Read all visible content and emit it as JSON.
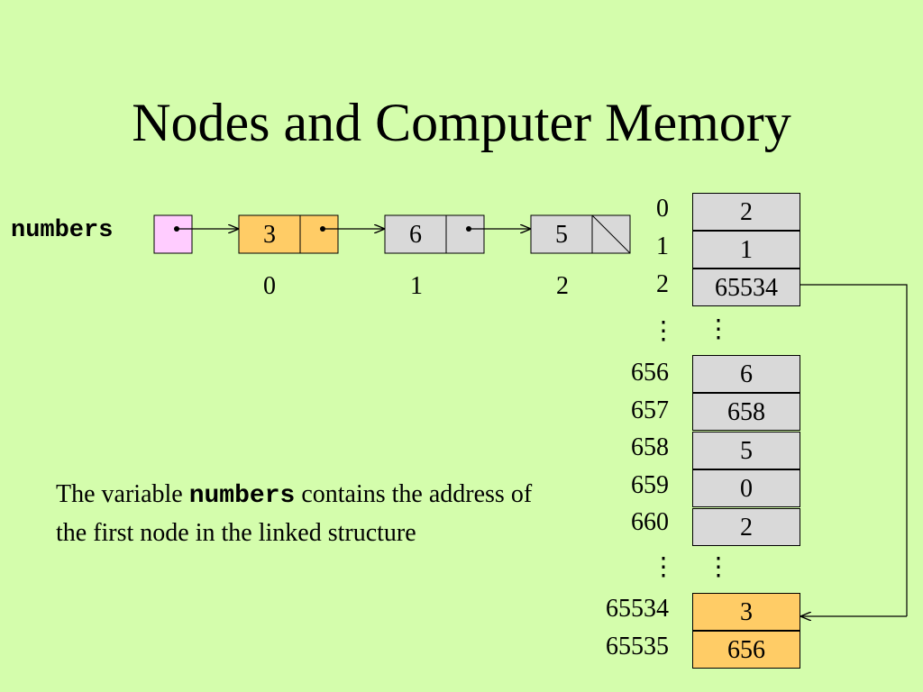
{
  "title": "Nodes and Computer Memory",
  "variable_name": "numbers",
  "colors": {
    "background": "#d4fdac",
    "pointer_box": "#ffccff",
    "highlight_node": "#ffcc66",
    "gray_cell": "#d9d9d9"
  },
  "linked_list": {
    "nodes": [
      {
        "value": "3",
        "index": "0",
        "next": "pointer"
      },
      {
        "value": "6",
        "index": "1",
        "next": "pointer"
      },
      {
        "value": "5",
        "index": "2",
        "next": "null"
      }
    ]
  },
  "memory": {
    "top_block": [
      {
        "address": "0",
        "value": "2"
      },
      {
        "address": "1",
        "value": "1"
      },
      {
        "address": "2",
        "value": "65534"
      }
    ],
    "middle_block": [
      {
        "address": "656",
        "value": "6"
      },
      {
        "address": "657",
        "value": "658"
      },
      {
        "address": "658",
        "value": "5"
      },
      {
        "address": "659",
        "value": "0"
      },
      {
        "address": "660",
        "value": "2"
      }
    ],
    "bottom_block": [
      {
        "address": "65534",
        "value": "3"
      },
      {
        "address": "65535",
        "value": "656"
      }
    ],
    "ellipsis": "⋮"
  },
  "description": {
    "before": "The variable ",
    "code": "numbers",
    "after": " contains the address of the first node in the linked structure"
  }
}
